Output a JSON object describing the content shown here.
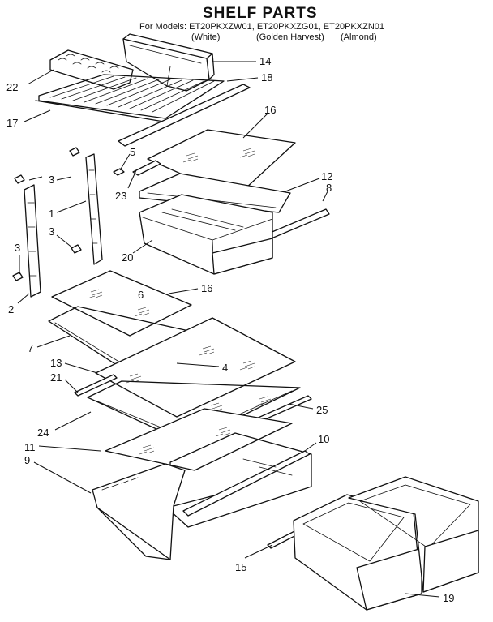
{
  "title": "SHELF PARTS",
  "models": {
    "line": "For Models: ET20PKXZW01, ET20PKXZG01, ET20PKXZN01",
    "colors": [
      "(White)",
      "(Golden Harvest)",
      "(Almond)"
    ]
  },
  "callouts": [
    "14",
    "22",
    "18",
    "17",
    "16",
    "5",
    "3",
    "23",
    "12",
    "8",
    "1",
    "3",
    "20",
    "3",
    "6",
    "16",
    "2",
    "7",
    "4",
    "13",
    "21",
    "25",
    "24",
    "10",
    "11",
    "9",
    "15",
    "19"
  ]
}
